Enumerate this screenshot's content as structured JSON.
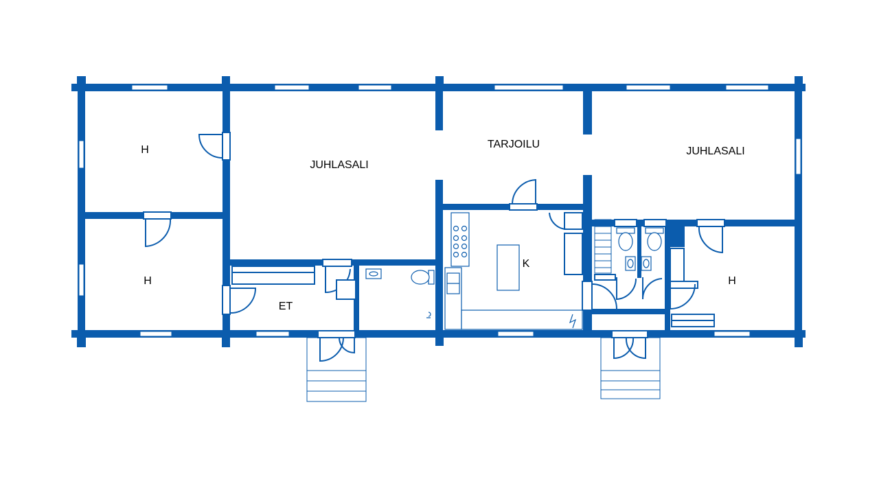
{
  "plan": {
    "wall_color": "#0b5cad",
    "fixture_color": "#0b5cad",
    "rooms": {
      "h_top_left": "H",
      "h_bottom_left": "H",
      "juhlasali_left": "JUHLASALI",
      "tarjoilu": "TARJOILU",
      "juhlasali_right": "JUHLASALI",
      "keittio": "K",
      "eteinen": "ET",
      "h_right": "H"
    }
  }
}
